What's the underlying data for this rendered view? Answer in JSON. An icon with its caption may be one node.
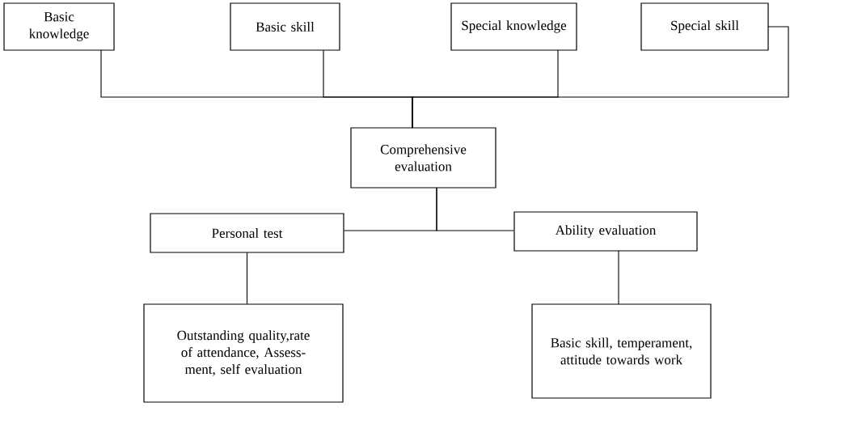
{
  "diagram": {
    "nodes": [
      {
        "text": [
          "Basic knowledge"
        ]
      },
      {
        "text": [
          "Basic skill"
        ]
      },
      {
        "text": [
          "Special knowledge"
        ]
      },
      {
        "text": [
          "Special skill"
        ]
      },
      {
        "text": [
          "Comprehensive evaluation"
        ]
      },
      {
        "text": [
          "Personal test"
        ]
      },
      {
        "text": [
          "Ability evaluation"
        ]
      },
      {
        "text": [
          "Outstanding quality,rate of attendance, Assess- ment, self evaluation"
        ]
      },
      {
        "text": [
          "Basic skill, temperament, attitude towards work"
        ]
      }
    ],
    "edges": [
      {
        "from": 0,
        "to": 4,
        "arrow": "none"
      },
      {
        "from": 1,
        "to": 4,
        "arrow": "none"
      },
      {
        "from": 2,
        "to": 4,
        "arrow": "none"
      },
      {
        "from": 3,
        "to": 4,
        "arrow": "none"
      },
      {
        "from": 4,
        "to": 5,
        "arrow": "none"
      },
      {
        "from": 4,
        "to": 6,
        "arrow": "none"
      },
      {
        "from": 5,
        "to": 7,
        "arrow": "none"
      },
      {
        "from": 6,
        "to": 8,
        "arrow": "none"
      }
    ]
  }
}
